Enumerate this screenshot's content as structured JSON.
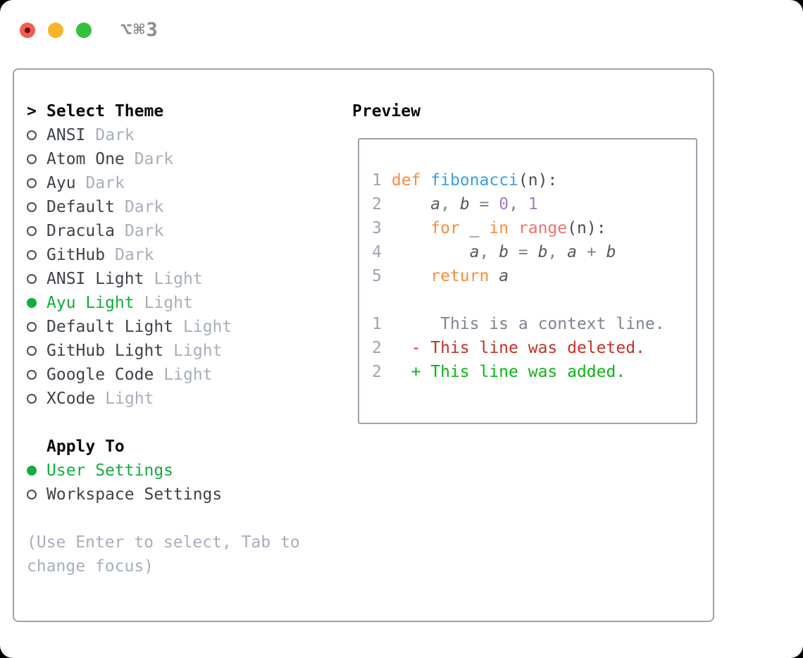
{
  "window": {
    "title": "⌥⌘3",
    "buttons": [
      "close",
      "minimize",
      "zoom"
    ]
  },
  "colors": {
    "heading": "#0b0b0c",
    "text-dark": "#3e434a",
    "text-muted": "#a6afbb",
    "accent-green": "#12ad3f",
    "panel-border": "#9aa2ae",
    "title-text": "#8b8b8f",
    "tl-red": "#f15e52",
    "tl-red-dot": "#641310",
    "tl-yellow": "#f8b42a",
    "tl-green": "#35c03f",
    "ln": "#9aa5b2",
    "kw": "#fa8d3e",
    "fn": "#399ee6",
    "vr": "#55585e",
    "pl": "#494d54",
    "op": "#7d848e",
    "nm": "#a37acc",
    "sp": "#f07171",
    "ctx": "#7e8590",
    "del": "#c23325",
    "add": "#0eb414"
  },
  "theme_menu": {
    "prompt": ">",
    "title": "Select Theme",
    "items": [
      {
        "name": "ANSI",
        "variant": "Dark",
        "selected": false
      },
      {
        "name": "Atom One",
        "variant": "Dark",
        "selected": false
      },
      {
        "name": "Ayu",
        "variant": "Dark",
        "selected": false
      },
      {
        "name": "Default",
        "variant": "Dark",
        "selected": false
      },
      {
        "name": "Dracula",
        "variant": "Dark",
        "selected": false
      },
      {
        "name": "GitHub",
        "variant": "Dark",
        "selected": false
      },
      {
        "name": "ANSI Light",
        "variant": "Light",
        "selected": false
      },
      {
        "name": "Ayu Light",
        "variant": "Light",
        "selected": true
      },
      {
        "name": "Default Light",
        "variant": "Light",
        "selected": false
      },
      {
        "name": "GitHub Light",
        "variant": "Light",
        "selected": false
      },
      {
        "name": "Google Code",
        "variant": "Light",
        "selected": false
      },
      {
        "name": "XCode",
        "variant": "Light",
        "selected": false
      }
    ]
  },
  "apply_to": {
    "title": "Apply To",
    "options": [
      {
        "label": "User Settings",
        "selected": true
      },
      {
        "label": "Workspace Settings",
        "selected": false
      }
    ]
  },
  "hint": {
    "line1": "(Use Enter to select, Tab to",
    "line2": "change focus)"
  },
  "preview": {
    "title": "Preview",
    "code_lines": [
      {
        "num": "1",
        "segments": [
          {
            "text": "def",
            "style": "kw"
          },
          {
            "text": " ",
            "style": "pl"
          },
          {
            "text": "fibonacci",
            "style": "fn"
          },
          {
            "text": "(n):",
            "style": "pl"
          }
        ]
      },
      {
        "num": "2",
        "segments": [
          {
            "text": "    ",
            "style": "pl"
          },
          {
            "text": "a",
            "style": "var"
          },
          {
            "text": ", ",
            "style": "op"
          },
          {
            "text": "b",
            "style": "var"
          },
          {
            "text": " = ",
            "style": "op"
          },
          {
            "text": "0",
            "style": "num"
          },
          {
            "text": ", ",
            "style": "op"
          },
          {
            "text": "1",
            "style": "num"
          }
        ]
      },
      {
        "num": "3",
        "segments": [
          {
            "text": "    ",
            "style": "pl"
          },
          {
            "text": "for",
            "style": "kw"
          },
          {
            "text": " _ ",
            "style": "pl"
          },
          {
            "text": "in",
            "style": "kw"
          },
          {
            "text": " ",
            "style": "pl"
          },
          {
            "text": "range",
            "style": "special"
          },
          {
            "text": "(n):",
            "style": "pl"
          }
        ]
      },
      {
        "num": "4",
        "segments": [
          {
            "text": "        ",
            "style": "pl"
          },
          {
            "text": "a",
            "style": "var"
          },
          {
            "text": ", ",
            "style": "op"
          },
          {
            "text": "b",
            "style": "var"
          },
          {
            "text": " = ",
            "style": "op"
          },
          {
            "text": "b",
            "style": "var"
          },
          {
            "text": ", ",
            "style": "op"
          },
          {
            "text": "a",
            "style": "var"
          },
          {
            "text": " + ",
            "style": "op"
          },
          {
            "text": "b",
            "style": "var"
          }
        ]
      },
      {
        "num": "5",
        "segments": [
          {
            "text": "    ",
            "style": "pl"
          },
          {
            "text": "return",
            "style": "kw"
          },
          {
            "text": " ",
            "style": "pl"
          },
          {
            "text": "a",
            "style": "var"
          }
        ]
      },
      {
        "num": "",
        "segments": []
      },
      {
        "num": "1",
        "segments": [
          {
            "text": "     This is a context line.",
            "style": "ctx"
          }
        ]
      },
      {
        "num": "2",
        "segments": [
          {
            "text": "  ",
            "style": "pl"
          },
          {
            "text": "- This line was deleted.",
            "style": "del"
          }
        ]
      },
      {
        "num": "2",
        "segments": [
          {
            "text": "  ",
            "style": "pl"
          },
          {
            "text": "+ This line was added.",
            "style": "add"
          }
        ]
      }
    ]
  }
}
